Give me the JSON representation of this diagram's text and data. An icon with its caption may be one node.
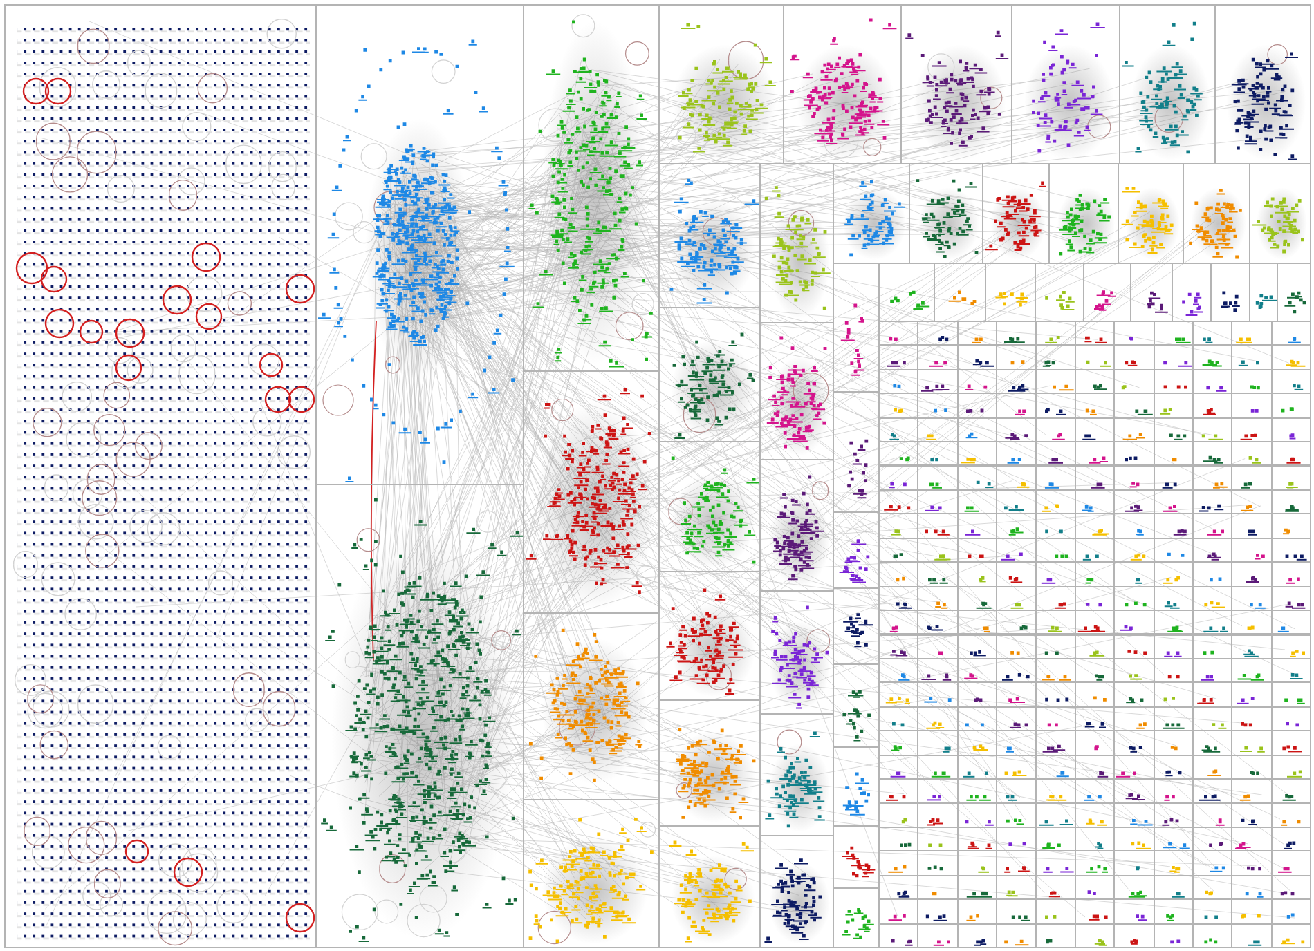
{
  "diagram": {
    "nodes": [
      {
        "text": [],
        "shape": "box"
      },
      {
        "text": [],
        "shape": "box"
      },
      {
        "text": [],
        "shape": "box"
      },
      {
        "text": [],
        "shape": "box"
      },
      {
        "text": [],
        "shape": "box"
      },
      {
        "text": [],
        "shape": "box"
      },
      {
        "text": [],
        "shape": "box"
      },
      {
        "text": [],
        "shape": "box"
      },
      {
        "text": [],
        "shape": "box"
      },
      {
        "text": [],
        "shape": "box"
      },
      {
        "text": [],
        "shape": "box"
      },
      {
        "text": [],
        "shape": "box"
      },
      {
        "text": [],
        "shape": "box"
      },
      {
        "text": [],
        "shape": "box"
      },
      {
        "text": [],
        "shape": "box"
      },
      {
        "text": [],
        "shape": "box"
      },
      {
        "text": [],
        "shape": "box"
      },
      {
        "text": [],
        "shape": "box"
      },
      {
        "text": [],
        "shape": "box"
      },
      {
        "text": [],
        "shape": "box"
      },
      {
        "text": [],
        "shape": "box"
      },
      {
        "text": [],
        "shape": "box"
      },
      {
        "text": [],
        "shape": "box"
      },
      {
        "text": [],
        "shape": "box"
      },
      {
        "text": [],
        "shape": "box"
      },
      {
        "text": [],
        "shape": "box"
      },
      {
        "text": [],
        "shape": "box"
      },
      {
        "text": [],
        "shape": "box"
      },
      {
        "text": [],
        "shape": "box"
      },
      {
        "text": [],
        "shape": "box"
      },
      {
        "text": [],
        "shape": "box"
      },
      {
        "text": [],
        "shape": "box"
      },
      {
        "text": [],
        "shape": "box"
      },
      {
        "text": [],
        "shape": "box"
      },
      {
        "text": [],
        "shape": "box"
      },
      {
        "text": [],
        "shape": "box"
      },
      {
        "text": [],
        "shape": "box"
      },
      {
        "text": [],
        "shape": "box"
      },
      {
        "text": [],
        "shape": "box"
      },
      {
        "text": [],
        "shape": "box"
      },
      {
        "text": [],
        "shape": "box"
      },
      {
        "text": [],
        "shape": "box"
      },
      {
        "text": [],
        "shape": "box"
      },
      {
        "text": [],
        "shape": "box"
      },
      {
        "text": [],
        "shape": "box"
      },
      {
        "text": [],
        "shape": "box"
      },
      {
        "text": [],
        "shape": "box"
      },
      {
        "text": [],
        "shape": "box"
      },
      {
        "text": [],
        "shape": "box"
      },
      {
        "text": [],
        "shape": "box"
      },
      {
        "text": [],
        "shape": "box"
      },
      {
        "text": [],
        "shape": "box"
      },
      {
        "text": [],
        "shape": "box"
      },
      {
        "text": [],
        "shape": "box"
      },
      {
        "text": [],
        "shape": "box"
      },
      {
        "text": [],
        "shape": "box"
      },
      {
        "text": [],
        "shape": "box"
      },
      {
        "text": [],
        "shape": "box"
      },
      {
        "text": [],
        "shape": "box"
      },
      {
        "text": [],
        "shape": "box"
      },
      {
        "text": [],
        "shape": "box"
      },
      {
        "text": [],
        "shape": "box"
      },
      {
        "text": [],
        "shape": "box"
      },
      {
        "text": [],
        "shape": "box"
      },
      {
        "text": [],
        "shape": "box"
      },
      {
        "text": [],
        "shape": "box"
      },
      {
        "text": [],
        "shape": "box"
      },
      {
        "text": [],
        "shape": "box"
      },
      {
        "text": [],
        "shape": "box"
      },
      {
        "text": [],
        "shape": "box"
      },
      {
        "text": [],
        "shape": "box"
      },
      {
        "text": [],
        "shape": "box"
      },
      {
        "text": [],
        "shape": "box"
      },
      {
        "text": [],
        "shape": "box"
      },
      {
        "text": [],
        "shape": "box"
      },
      {
        "text": [],
        "shape": "box"
      },
      {
        "text": [],
        "shape": "box"
      },
      {
        "text": [],
        "shape": "box"
      },
      {
        "text": [],
        "shape": "box"
      },
      {
        "text": [],
        "shape": "box"
      },
      {
        "text": [],
        "shape": "box"
      },
      {
        "text": [],
        "shape": "box"
      },
      {
        "text": [],
        "shape": "box"
      },
      {
        "text": [],
        "shape": "box"
      },
      {
        "text": [],
        "shape": "box"
      },
      {
        "text": [],
        "shape": "box"
      },
      {
        "text": [],
        "shape": "box"
      },
      {
        "text": [],
        "shape": "box"
      },
      {
        "text": [],
        "shape": "box"
      },
      {
        "text": [],
        "shape": "box"
      },
      {
        "text": [],
        "shape": "box"
      },
      {
        "text": [],
        "shape": "box"
      },
      {
        "text": [],
        "shape": "box"
      },
      {
        "text": [],
        "shape": "box"
      },
      {
        "text": [],
        "shape": "box"
      },
      {
        "text": [],
        "shape": "box"
      },
      {
        "text": [],
        "shape": "box"
      },
      {
        "text": [],
        "shape": "box"
      },
      {
        "text": [],
        "shape": "box"
      },
      {
        "text": [],
        "shape": "box"
      },
      {
        "text": [],
        "shape": "box"
      },
      {
        "text": [],
        "shape": "box"
      },
      {
        "text": [],
        "shape": "box"
      },
      {
        "text": [],
        "shape": "box"
      },
      {
        "text": [],
        "shape": "box"
      },
      {
        "text": [],
        "shape": "box"
      },
      {
        "text": [],
        "shape": "box"
      },
      {
        "text": [],
        "shape": "box"
      },
      {
        "text": [],
        "shape": "box"
      },
      {
        "text": [],
        "shape": "box"
      },
      {
        "text": [],
        "shape": "box"
      },
      {
        "text": [],
        "shape": "box"
      },
      {
        "text": [],
        "shape": "box"
      },
      {
        "text": [],
        "shape": "box"
      },
      {
        "text": [],
        "shape": "box"
      },
      {
        "text": [],
        "shape": "box"
      },
      {
        "text": [],
        "shape": "box"
      },
      {
        "text": [],
        "shape": "box"
      },
      {
        "text": [],
        "shape": "box"
      },
      {
        "text": [],
        "shape": "box"
      },
      {
        "text": [],
        "shape": "box"
      },
      {
        "text": [],
        "shape": "box"
      },
      {
        "text": [],
        "shape": "box"
      },
      {
        "text": [],
        "shape": "box"
      },
      {
        "text": [],
        "shape": "box"
      },
      {
        "text": [],
        "shape": "box"
      },
      {
        "text": [],
        "shape": "box"
      },
      {
        "text": [],
        "shape": "box"
      },
      {
        "text": [],
        "shape": "box"
      },
      {
        "text": [],
        "shape": "box"
      },
      {
        "text": [],
        "shape": "box"
      },
      {
        "text": [],
        "shape": "box"
      },
      {
        "text": [],
        "shape": "box"
      },
      {
        "text": [],
        "shape": "box"
      },
      {
        "text": [],
        "shape": "box"
      },
      {
        "text": [],
        "shape": "box"
      },
      {
        "text": [],
        "shape": "box"
      },
      {
        "text": [],
        "shape": "box"
      },
      {
        "text": [],
        "shape": "box"
      },
      {
        "text": [],
        "shape": "box"
      },
      {
        "text": [],
        "shape": "box"
      },
      {
        "text": [],
        "shape": "box"
      },
      {
        "text": [],
        "shape": "box"
      },
      {
        "text": [],
        "shape": "box"
      },
      {
        "text": [],
        "shape": "box"
      },
      {
        "text": [],
        "shape": "box"
      },
      {
        "text": [],
        "shape": "box"
      },
      {
        "text": [],
        "shape": "box"
      },
      {
        "text": [],
        "shape": "box"
      },
      {
        "text": [],
        "shape": "box"
      },
      {
        "text": [],
        "shape": "box"
      },
      {
        "text": [],
        "shape": "box"
      },
      {
        "text": [],
        "shape": "box"
      },
      {
        "text": [],
        "shape": "box"
      },
      {
        "text": [],
        "shape": "box"
      },
      {
        "text": [],
        "shape": "box"
      },
      {
        "text": [],
        "shape": "box"
      },
      {
        "text": [],
        "shape": "box"
      },
      {
        "text": [],
        "shape": "box"
      },
      {
        "text": [],
        "shape": "box"
      },
      {
        "text": [],
        "shape": "box"
      },
      {
        "text": [],
        "shape": "box"
      },
      {
        "text": [],
        "shape": "box"
      },
      {
        "text": [],
        "shape": "box"
      },
      {
        "text": [],
        "shape": "box"
      },
      {
        "text": [],
        "shape": "box"
      },
      {
        "text": [],
        "shape": "box"
      },
      {
        "text": [],
        "shape": "box"
      },
      {
        "text": [],
        "shape": "box"
      },
      {
        "text": [],
        "shape": "box"
      },
      {
        "text": [],
        "shape": "box"
      },
      {
        "text": [],
        "shape": "box"
      },
      {
        "text": [],
        "shape": "box"
      },
      {
        "text": [],
        "shape": "box"
      },
      {
        "text": [],
        "shape": "box"
      },
      {
        "text": [],
        "shape": "box"
      },
      {
        "text": [],
        "shape": "box"
      },
      {
        "text": [],
        "shape": "box"
      },
      {
        "text": [],
        "shape": "box"
      },
      {
        "text": [],
        "shape": "box"
      },
      {
        "text": [],
        "shape": "box"
      },
      {
        "text": [],
        "shape": "box"
      },
      {
        "text": [],
        "shape": "box"
      },
      {
        "text": [],
        "shape": "box"
      },
      {
        "text": [],
        "shape": "box"
      },
      {
        "text": [],
        "shape": "box"
      },
      {
        "text": [],
        "shape": "box"
      },
      {
        "text": [],
        "shape": "box"
      },
      {
        "text": [],
        "shape": "box"
      },
      {
        "text": [],
        "shape": "box"
      },
      {
        "text": [],
        "shape": "box"
      },
      {
        "text": [],
        "shape": "box"
      },
      {
        "text": [],
        "shape": "box"
      },
      {
        "text": [],
        "shape": "box"
      },
      {
        "text": [],
        "shape": "box"
      },
      {
        "text": [],
        "shape": "box"
      },
      {
        "text": [],
        "shape": "box"
      },
      {
        "text": [],
        "shape": "box"
      },
      {
        "text": [],
        "shape": "box"
      },
      {
        "text": [],
        "shape": "box"
      },
      {
        "text": [],
        "shape": "box"
      },
      {
        "text": [],
        "shape": "box"
      },
      {
        "text": [],
        "shape": "box"
      },
      {
        "text": [],
        "shape": "box"
      },
      {
        "text": [],
        "shape": "box"
      },
      {
        "text": [],
        "shape": "box"
      },
      {
        "text": [],
        "shape": "box"
      },
      {
        "text": [],
        "shape": "box"
      },
      {
        "text": [],
        "shape": "box"
      },
      {
        "text": [],
        "shape": "box"
      },
      {
        "text": [],
        "shape": "box"
      },
      {
        "text": [],
        "shape": "box"
      },
      {
        "text": [],
        "shape": "box"
      },
      {
        "text": [],
        "shape": "box"
      },
      {
        "text": [],
        "shape": "box"
      },
      {
        "text": [],
        "shape": "box"
      },
      {
        "text": [],
        "shape": "box"
      },
      {
        "text": [],
        "shape": "box"
      },
      {
        "text": [],
        "shape": "box"
      },
      {
        "text": [],
        "shape": "box"
      },
      {
        "text": [],
        "shape": "box"
      },
      {
        "text": [],
        "shape": "box"
      },
      {
        "text": [],
        "shape": "box"
      },
      {
        "text": [],
        "shape": "box"
      },
      {
        "text": [],
        "shape": "box"
      },
      {
        "text": [],
        "shape": "box"
      },
      {
        "text": [],
        "shape": "box"
      },
      {
        "text": [],
        "shape": "box"
      },
      {
        "text": [],
        "shape": "box"
      },
      {
        "text": [],
        "shape": "box"
      },
      {
        "text": [],
        "shape": "box"
      },
      {
        "text": [],
        "shape": "box"
      },
      {
        "text": [],
        "shape": "box"
      },
      {
        "text": [],
        "shape": "box"
      },
      {
        "text": [],
        "shape": "box"
      },
      {
        "text": [],
        "shape": "box"
      },
      {
        "text": [],
        "shape": "box"
      },
      {
        "text": [],
        "shape": "box"
      },
      {
        "text": [],
        "shape": "box"
      },
      {
        "text": [],
        "shape": "box"
      },
      {
        "text": [],
        "shape": "box"
      },
      {
        "text": [],
        "shape": "box"
      },
      {
        "text": [],
        "shape": "box"
      },
      {
        "text": [],
        "shape": "box"
      },
      {
        "text": [],
        "shape": "box"
      },
      {
        "text": [],
        "shape": "box"
      },
      {
        "text": [],
        "shape": "box"
      },
      {
        "text": [],
        "shape": "box"
      },
      {
        "text": [],
        "shape": "box"
      },
      {
        "text": [],
        "shape": "box"
      },
      {
        "text": [],
        "shape": "box"
      },
      {
        "text": [],
        "shape": "box"
      },
      {
        "text": [],
        "shape": "box"
      },
      {
        "text": [],
        "shape": "box"
      },
      {
        "text": [],
        "shape": "box"
      },
      {
        "text": [],
        "shape": "box"
      },
      {
        "text": [],
        "shape": "box"
      },
      {
        "text": [],
        "shape": "box"
      },
      {
        "text": [],
        "shape": "box"
      },
      {
        "text": [],
        "shape": "box"
      },
      {
        "text": [],
        "shape": "box"
      },
      {
        "text": [],
        "shape": "box"
      },
      {
        "text": [],
        "shape": "box"
      },
      {
        "text": [],
        "shape": "box"
      },
      {
        "text": [],
        "shape": "box"
      },
      {
        "text": [],
        "shape": "box"
      },
      {
        "text": [],
        "shape": "box"
      },
      {
        "text": [],
        "shape": "box"
      },
      {
        "text": [],
        "shape": "box"
      },
      {
        "text": [],
        "shape": "box"
      },
      {
        "text": [],
        "shape": "box"
      },
      {
        "text": [],
        "shape": "box"
      },
      {
        "text": [],
        "shape": "box"
      },
      {
        "text": [],
        "shape": "box"
      },
      {
        "text": [],
        "shape": "box"
      },
      {
        "text": [],
        "shape": "box"
      },
      {
        "text": [],
        "shape": "box"
      },
      {
        "text": [],
        "shape": "box"
      },
      {
        "text": [],
        "shape": "box"
      },
      {
        "text": [],
        "shape": "box"
      },
      {
        "text": [],
        "shape": "box"
      },
      {
        "text": [],
        "shape": "box"
      },
      {
        "text": [],
        "shape": "box"
      },
      {
        "text": [],
        "shape": "box"
      },
      {
        "text": [],
        "shape": "box"
      },
      {
        "text": [],
        "shape": "box"
      },
      {
        "text": [],
        "shape": "box"
      },
      {
        "text": [],
        "shape": "box"
      },
      {
        "text": [],
        "shape": "box"
      },
      {
        "text": [],
        "shape": "box"
      },
      {
        "text": [],
        "shape": "box"
      },
      {
        "text": [],
        "shape": "box"
      },
      {
        "text": [],
        "shape": "box"
      },
      {
        "text": [],
        "shape": "box"
      },
      {
        "text": [],
        "shape": "box"
      },
      {
        "text": [],
        "shape": "box"
      },
      {
        "text": [],
        "shape": "box"
      },
      {
        "text": [],
        "shape": "box"
      },
      {
        "text": [],
        "shape": "box"
      },
      {
        "text": [],
        "shape": "box"
      },
      {
        "text": [],
        "shape": "box"
      },
      {
        "text": [],
        "shape": "box"
      },
      {
        "text": [],
        "shape": "box"
      },
      {
        "text": [],
        "shape": "box"
      },
      {
        "text": [],
        "shape": "box"
      },
      {
        "text": [],
        "shape": "box"
      },
      {
        "text": [],
        "shape": "box"
      },
      {
        "text": [],
        "shape": "box"
      },
      {
        "text": [],
        "shape": "box"
      },
      {
        "text": [],
        "shape": "box"
      },
      {
        "text": [],
        "shape": "box"
      },
      {
        "text": [],
        "shape": "box"
      },
      {
        "text": [],
        "shape": "box"
      },
      {
        "text": [],
        "shape": "box"
      },
      {
        "text": [],
        "shape": "box"
      },
      {
        "text": [],
        "shape": "box"
      },
      {
        "text": [],
        "shape": "box"
      },
      {
        "text": [],
        "shape": "box"
      },
      {
        "text": [],
        "shape": "box"
      },
      {
        "text": [],
        "shape": "box"
      },
      {
        "text": [],
        "shape": "box"
      },
      {
        "text": [],
        "shape": "box"
      },
      {
        "text": [],
        "shape": "box"
      },
      {
        "text": [],
        "shape": "box"
      },
      {
        "text": [],
        "shape": "box"
      },
      {
        "text": [],
        "shape": "box"
      },
      {
        "text": [],
        "shape": "box"
      },
      {
        "text": [],
        "shape": "box"
      },
      {
        "text": [],
        "shape": "box"
      },
      {
        "text": [],
        "shape": "box"
      },
      {
        "text": [],
        "shape": "box"
      },
      {
        "text": [],
        "shape": "box"
      },
      {
        "text": [],
        "shape": "box"
      },
      {
        "text": [],
        "shape": "box"
      },
      {
        "text": [],
        "shape": "box"
      },
      {
        "text": [],
        "shape": "box"
      }
    ]
  }
}
